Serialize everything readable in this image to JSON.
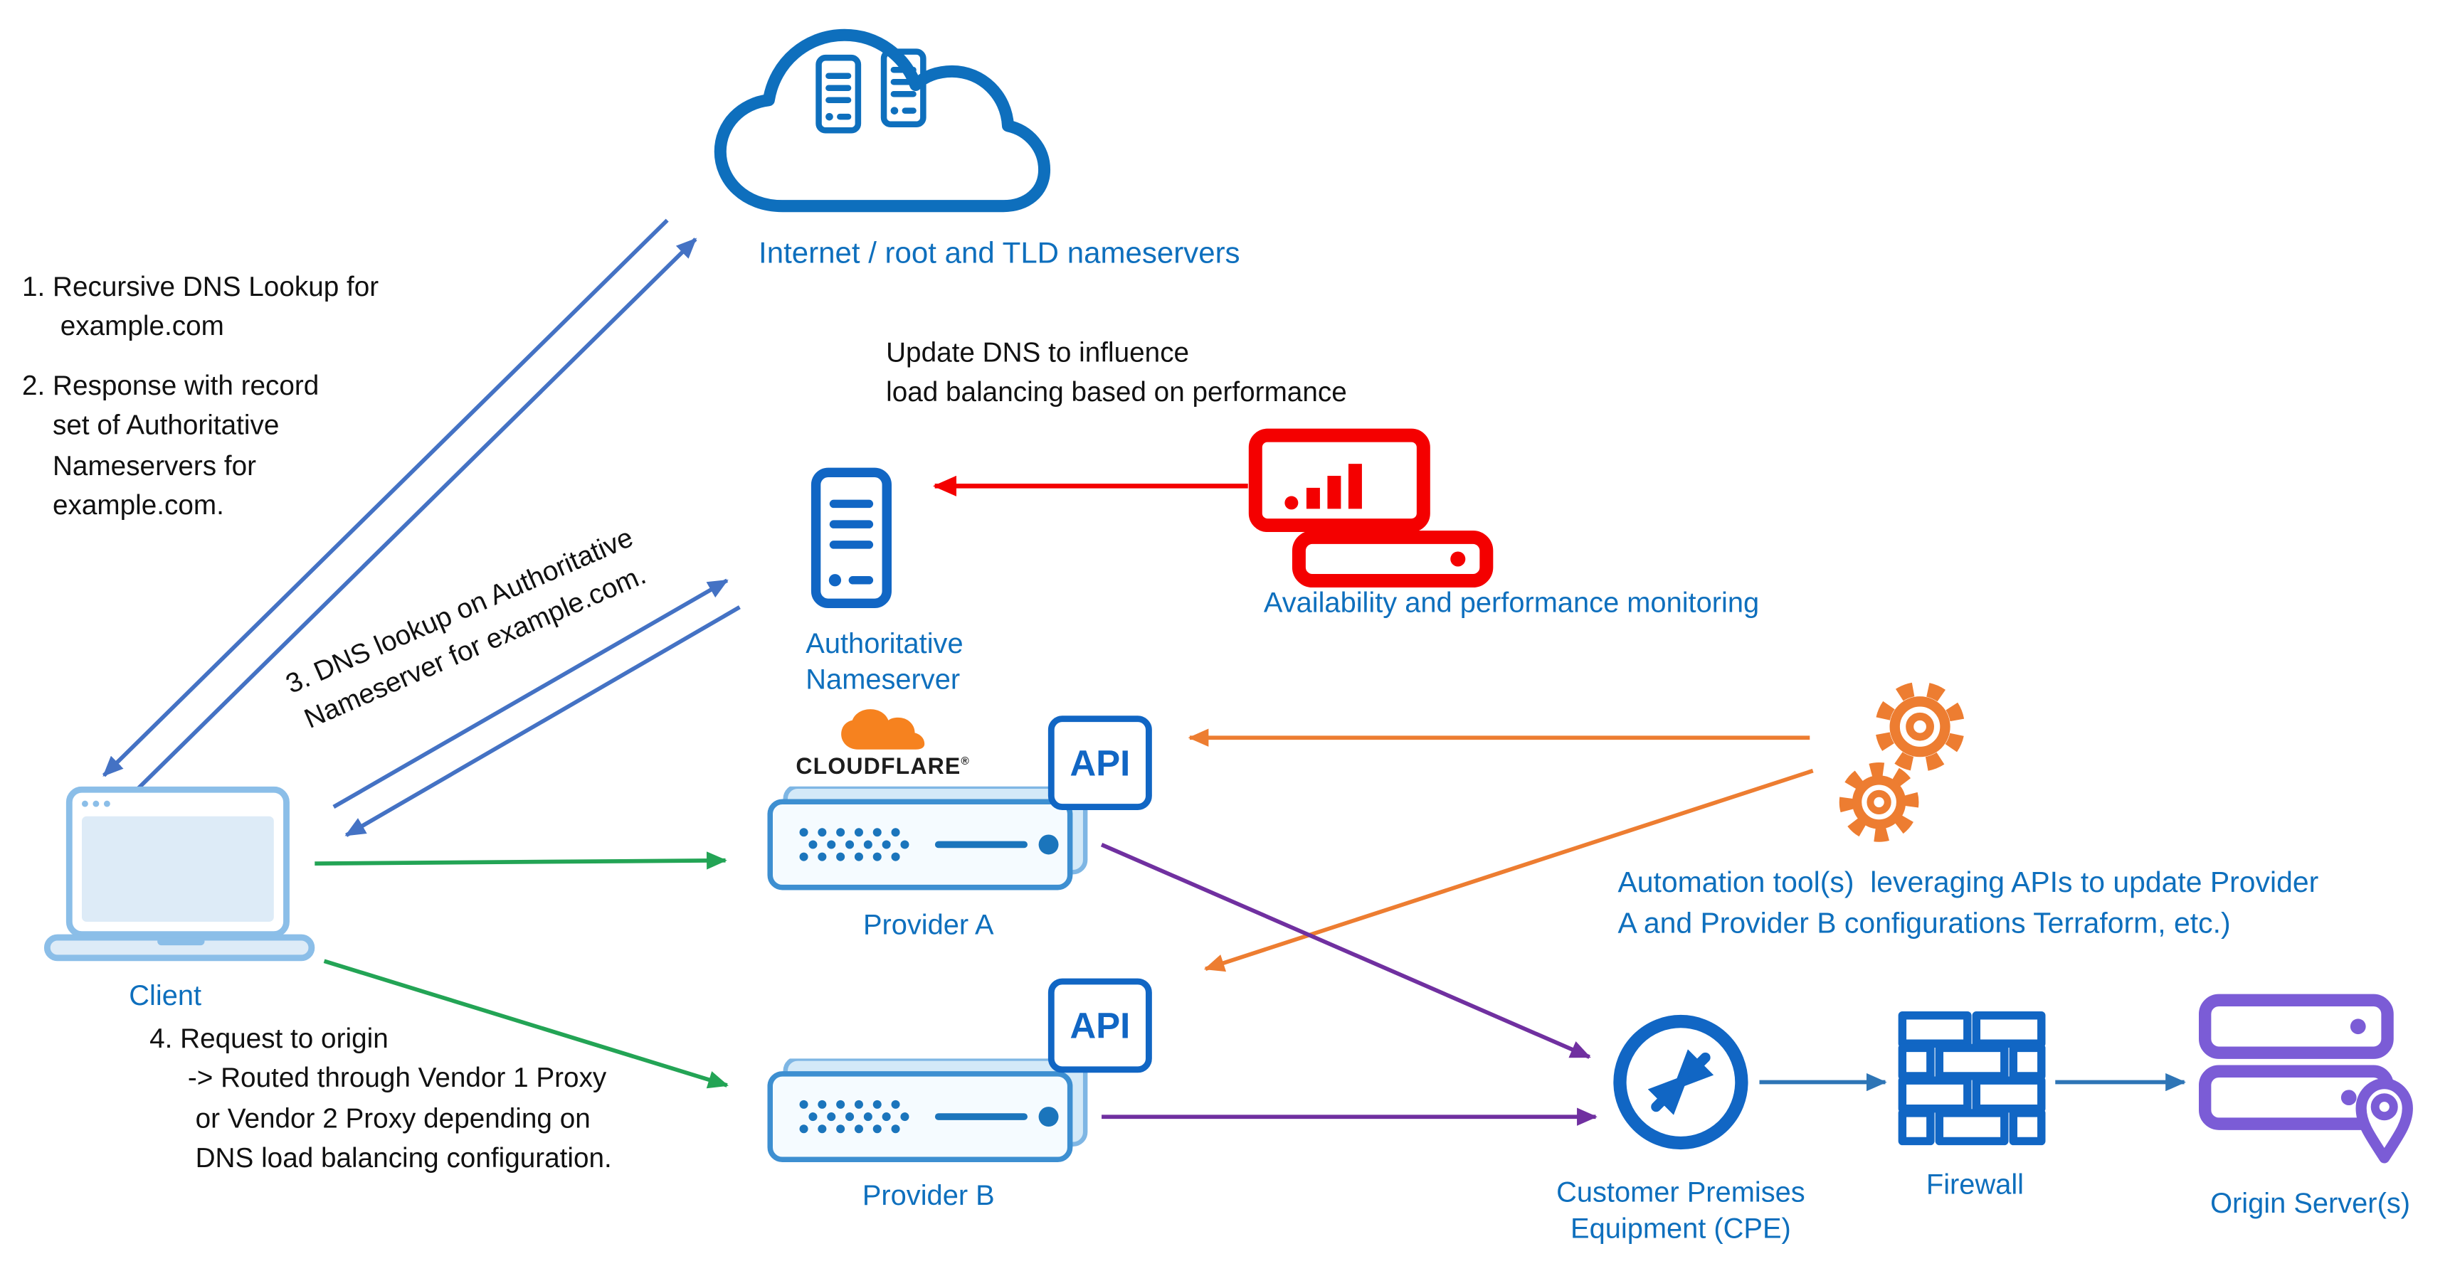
{
  "colors": {
    "label_blue": "#0E6FBD",
    "icon_blue": "#1166C4",
    "arrow_blue": "#4472C4",
    "green": "#23A455",
    "red": "#F40000",
    "orange": "#ED7D31",
    "purple": "#7030A0",
    "origin_purple": "#7B5CD6",
    "cloudflare_orange": "#F6821F"
  },
  "notes": {
    "step1": "1. Recursive DNS Lookup for\n     example.com",
    "step2": "2. Response with record\n    set of Authoritative\n    Nameservers for\n    example.com.",
    "step3": "3. DNS lookup on Authoritative\nNameserver for example.com.",
    "step4": "4. Request to origin\n     -> Routed through Vendor 1 Proxy\n      or Vendor 2 Proxy depending on\n      DNS load balancing configuration.",
    "update_dns": "Update DNS to influence\nload balancing based on performance",
    "automation": "Automation tool(s)  leveraging APIs to update Provider\nA and Provider B configurations Terraform, etc.)"
  },
  "nodes": {
    "internet": {
      "label": "Internet / root and TLD nameservers"
    },
    "authoritative_nameserver": {
      "label": "Authoritative\nNameserver"
    },
    "monitoring": {
      "label": "Availability and performance monitoring"
    },
    "client": {
      "label": "Client"
    },
    "provider_a": {
      "label": "Provider A",
      "brand": "CLOUDFLARE",
      "brand_reg": "®",
      "api_label": "API"
    },
    "provider_b": {
      "label": "Provider B",
      "api_label": "API"
    },
    "cpe": {
      "label": "Customer Premises\nEquipment (CPE)"
    },
    "firewall": {
      "label": "Firewall"
    },
    "origin": {
      "label": "Origin Server(s)"
    }
  }
}
